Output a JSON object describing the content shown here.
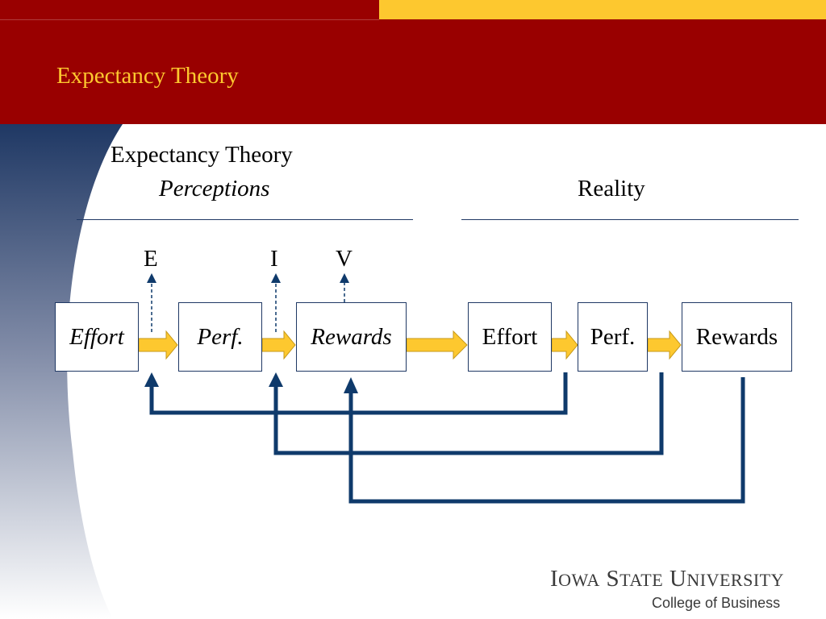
{
  "slide": {
    "title": "Expectancy Theory"
  },
  "diagram": {
    "perceptions_heading_line1": "Expectancy Theory",
    "perceptions_heading_line2": "Perceptions",
    "reality_heading": "Reality",
    "letters": {
      "e": "E",
      "i": "I",
      "v": "V"
    },
    "perception_boxes": [
      "Effort",
      "Perf.",
      "Rewards"
    ],
    "reality_boxes": [
      "Effort",
      "Perf.",
      "Rewards"
    ]
  },
  "footer": {
    "university_first_letters": [
      "I",
      "S",
      "U"
    ],
    "university_rest": [
      "OWA",
      "TATE",
      "NIVERSITY"
    ],
    "college": "College of Business"
  },
  "colors": {
    "header_red": "#990000",
    "accent_gold": "#fdc82f",
    "navy": "#0f3a6b",
    "arrow_fill": "#fdc82f"
  }
}
